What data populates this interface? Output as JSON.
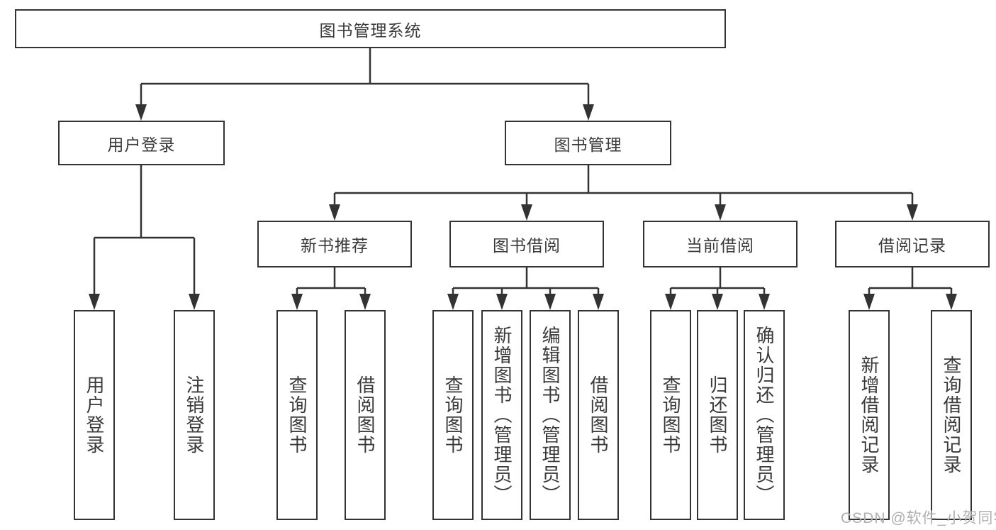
{
  "colors": {
    "line": "#333333",
    "text": "#3a3a3a",
    "watermark": "#b0b0b0",
    "background": "#ffffff"
  },
  "watermark": {
    "text": "CSDN @软件_小贺同学"
  },
  "tree": {
    "label": "图书管理系统",
    "children": [
      {
        "label": "用户登录",
        "children": [
          {
            "label": "用户登录"
          },
          {
            "label": "注销登录"
          }
        ]
      },
      {
        "label": "图书管理",
        "children": [
          {
            "label": "新书推荐",
            "children": [
              {
                "label": "查询图书"
              },
              {
                "label": "借阅图书"
              }
            ]
          },
          {
            "label": "图书借阅",
            "children": [
              {
                "label": "查询图书"
              },
              {
                "label": "新增图书（管理员）"
              },
              {
                "label": "编辑图书（管理员）"
              },
              {
                "label": "借阅图书"
              }
            ]
          },
          {
            "label": "当前借阅",
            "children": [
              {
                "label": "查询图书"
              },
              {
                "label": "归还图书"
              },
              {
                "label": "确认归还（管理员）"
              }
            ]
          },
          {
            "label": "借阅记录",
            "children": [
              {
                "label": "新增借阅记录"
              },
              {
                "label": "查询借阅记录"
              }
            ]
          }
        ]
      }
    ]
  }
}
